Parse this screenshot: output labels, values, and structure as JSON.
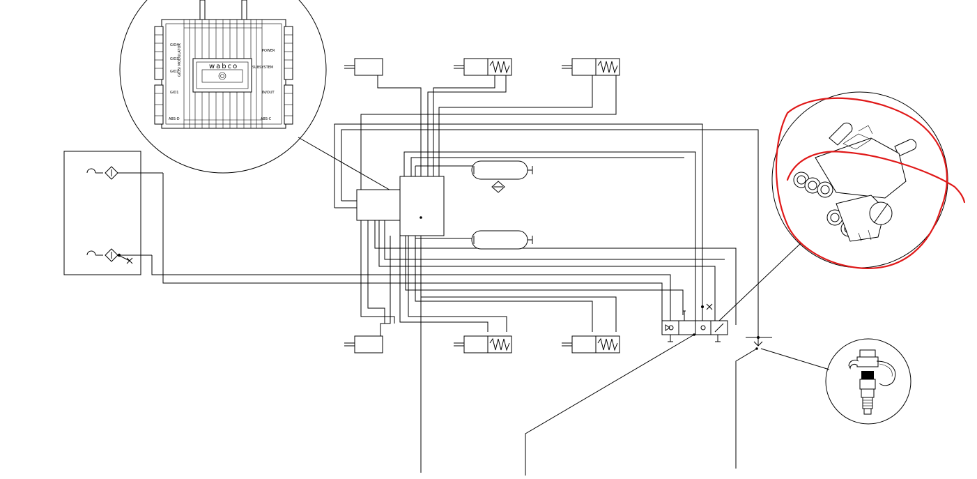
{
  "ecu_detail": {
    "brand": "wabco",
    "port_labels_left": [
      "GIO4",
      "GIO3",
      "GIO2",
      "GIO1",
      "ABS-D"
    ],
    "port_labels_right": [
      "POWER",
      "SUBSYSTEM",
      "IN/OUT",
      "ABS-C"
    ],
    "port_label_vertical": "GIO5/ MODULATOR"
  },
  "colors": {
    "line": "#000000",
    "highlight": "#e01818",
    "background": "#ffffff"
  },
  "icons": [
    "filter-water-separator-icon",
    "air-reservoir-icon",
    "relay-valve-icon",
    "test-connector-icon",
    "abs-ecu-icon",
    "spring-brake-actuator-icon",
    "service-brake-chamber-icon"
  ]
}
